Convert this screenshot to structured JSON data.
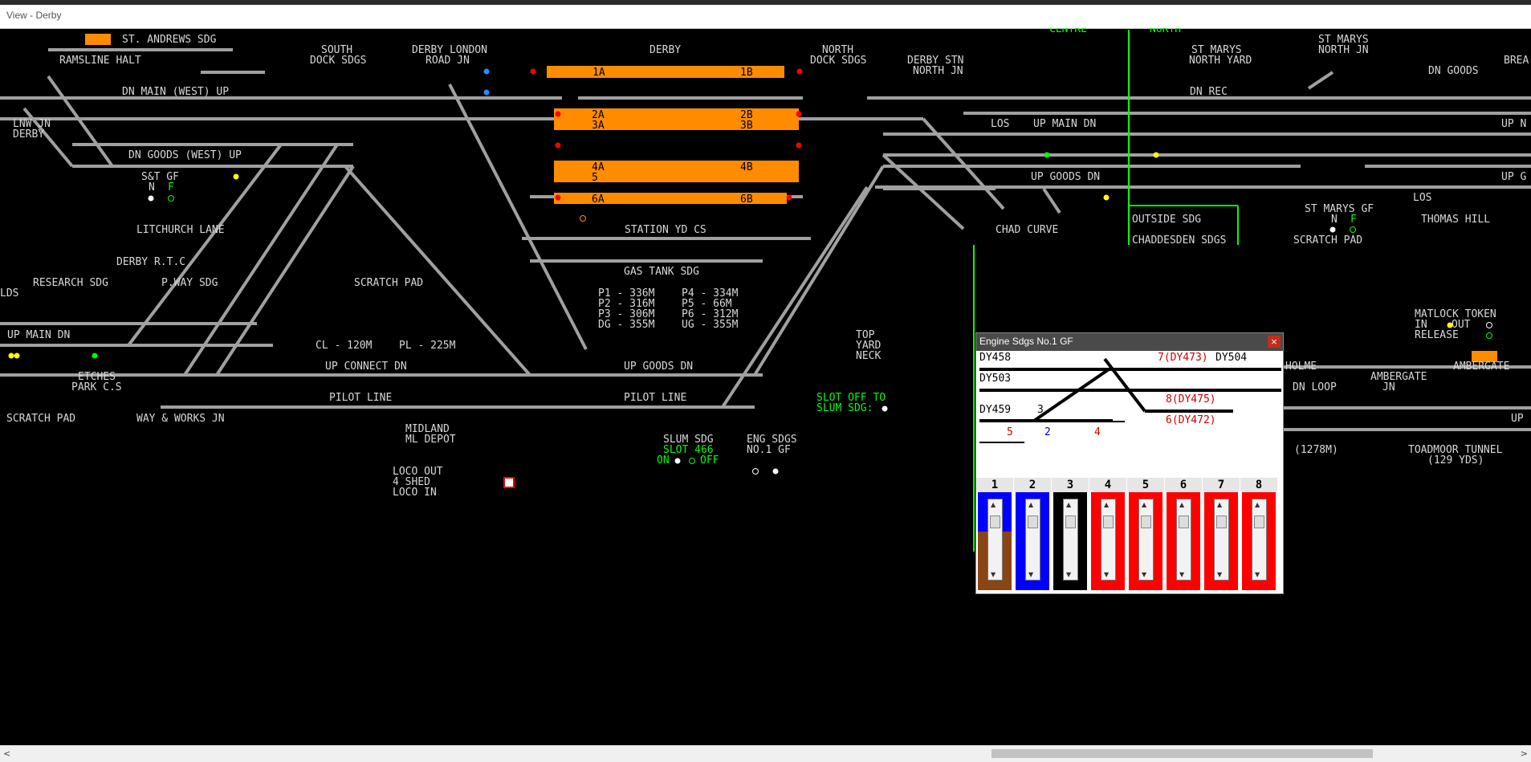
{
  "window": {
    "title": "View - Derby"
  },
  "colors": {
    "track": "#a0a0a0",
    "platform": "#ff8c00",
    "label": "#d8d8d8",
    "signal_red": "#ff0000",
    "signal_blue": "#1e90ff",
    "signal_yellow": "#ffff00",
    "green_text": "#00ff00"
  },
  "labels": {
    "st_andrews": "ST. ANDREWS SDG",
    "ramsline": "RAMSLINE HALT",
    "south": "SOUTH",
    "dock_sdgs": "DOCK SDGS",
    "derby_london": "DERBY LONDON",
    "road_jn": "ROAD JN",
    "derby": "DERBY",
    "north": "NORTH",
    "north_dock": "DOCK SDGS",
    "derby_stn": "DERBY STN",
    "north_jn": "NORTH JN",
    "centre": "CENTRE",
    "north2": "NORTH",
    "st_marys": "ST MARYS",
    "north_yard": "NORTH YARD",
    "st_marys2": "ST MARYS",
    "north_jn2": "NORTH JN",
    "dn_goods_r": "DN GOODS",
    "brea": "BREA",
    "dn_main_west": "DN MAIN (WEST) UP",
    "lnw_jn": "LNW JN",
    "derby2": "DERBY",
    "dn_rec": "DN REC",
    "los1": "LOS",
    "up_main_dn": "UP MAIN DN",
    "up_n": "UP N",
    "dn_goods_west": "DN GOODS (WEST) UP",
    "st_gf": "S&T GF",
    "n": "N",
    "f": "F",
    "up_goods_dn": "UP GOODS DN",
    "los2": "LOS",
    "up_g": "UP G",
    "litchurch": "LITCHURCH LANE",
    "outside_sdg": "OUTSIDE SDG",
    "chad_curve": "CHAD CURVE",
    "st_marys_gf": "ST MARYS GF",
    "thomas_hill": "THOMAS HILL",
    "chaddesden": "CHADDESDEN SDGS",
    "station_yd": "STATION YD CS",
    "scratch_pad": "SCRATCH PAD",
    "derby_rtc": "DERBY R.T.C",
    "gas_tank": "GAS TANK SDG",
    "research": "RESEARCH SDG",
    "pway": "P.WAY SDG",
    "lds": "LDS",
    "p1": "P1 - 336M",
    "p4": "P4 - 334M",
    "p2": "P2 - 316M",
    "p5": "P5 - 66M",
    "p3": "P3 - 306M",
    "p6": "P6 - 312M",
    "dg": "DG - 355M",
    "ug": "UG - 355M",
    "matlock1": "MATLOCK TOKEN",
    "in_out": "IN",
    "out": "OUT",
    "release": "RELEASE",
    "up_main_dn_left": "UP MAIN DN",
    "cl": "CL - 120M",
    "pl": "PL - 225M",
    "top": "TOP",
    "yard": "YARD",
    "neck": "NECK",
    "etches": "ETCHES",
    "park_cs": "PARK C.S",
    "up_connect": "UP CONNECT DN",
    "up_goods_dn2": "UP GOODS DN",
    "pilot1": "PILOT LINE",
    "pilot2": "PILOT LINE",
    "holme": "HOLME",
    "ambergate": "AMBERGATE",
    "jn": "JN",
    "ambergate2": "AMBERGATE",
    "dn_loop": "DN LOOP",
    "slot_off": "SLOT OFF TO",
    "slum_sdg": "SLUM SDG:",
    "way_works": "WAY & WORKS JN",
    "midland": "MIDLAND",
    "ml_depot": "ML DEPOT",
    "slum_sdg2": "SLUM SDG",
    "slot466": "SLOT 466",
    "on": "ON",
    "off": "OFF",
    "eng_sdgs": "ENG SDGS",
    "no1gf": "NO.1 GF",
    "tunnel_len": "(1278M)",
    "toadmoor": "TOADMOOR TUNNEL",
    "yds": "(129 YDS)",
    "loco_out": "LOCO OUT",
    "shed4": "4 SHED",
    "loco_in": "LOCO IN",
    "up_r": "UP",
    "plat_1a": "1A",
    "plat_1b": "1B",
    "plat_2a": "2A",
    "plat_2b": "2B",
    "plat_3a": "3A",
    "plat_3b": "3B",
    "plat_4a": "4A",
    "plat_4b": "4B",
    "plat_5": "5",
    "plat_6a": "6A",
    "plat_6b": "6B"
  },
  "popup": {
    "title": "Engine Sdgs No.1 GF",
    "close": "×",
    "texts": {
      "dy458": "DY458",
      "dy503": "DY503",
      "dy459": "DY459",
      "three": "3",
      "dy473": "7(DY473)",
      "dy504": "DY504",
      "dy475": "8(DY475)",
      "dy472": "6(DY472)",
      "five": "5",
      "two": "2",
      "four": "4"
    },
    "levers": [
      {
        "num": "1",
        "color": "blue-brown",
        "up": "▲",
        "dn": "▼"
      },
      {
        "num": "2",
        "color": "blue",
        "up": "▲",
        "dn": "▼"
      },
      {
        "num": "3",
        "color": "black",
        "up": "▲",
        "dn": "▼"
      },
      {
        "num": "4",
        "color": "red",
        "up": "▲",
        "dn": "▼"
      },
      {
        "num": "5",
        "color": "red",
        "up": "▲",
        "dn": "▼"
      },
      {
        "num": "6",
        "color": "red",
        "up": "▲",
        "dn": "▼"
      },
      {
        "num": "7",
        "color": "red",
        "up": "▲",
        "dn": "▼"
      },
      {
        "num": "8",
        "color": "red",
        "up": "▲",
        "dn": "▼"
      }
    ]
  },
  "scrollbar": {
    "left": "<",
    "right": ">"
  }
}
